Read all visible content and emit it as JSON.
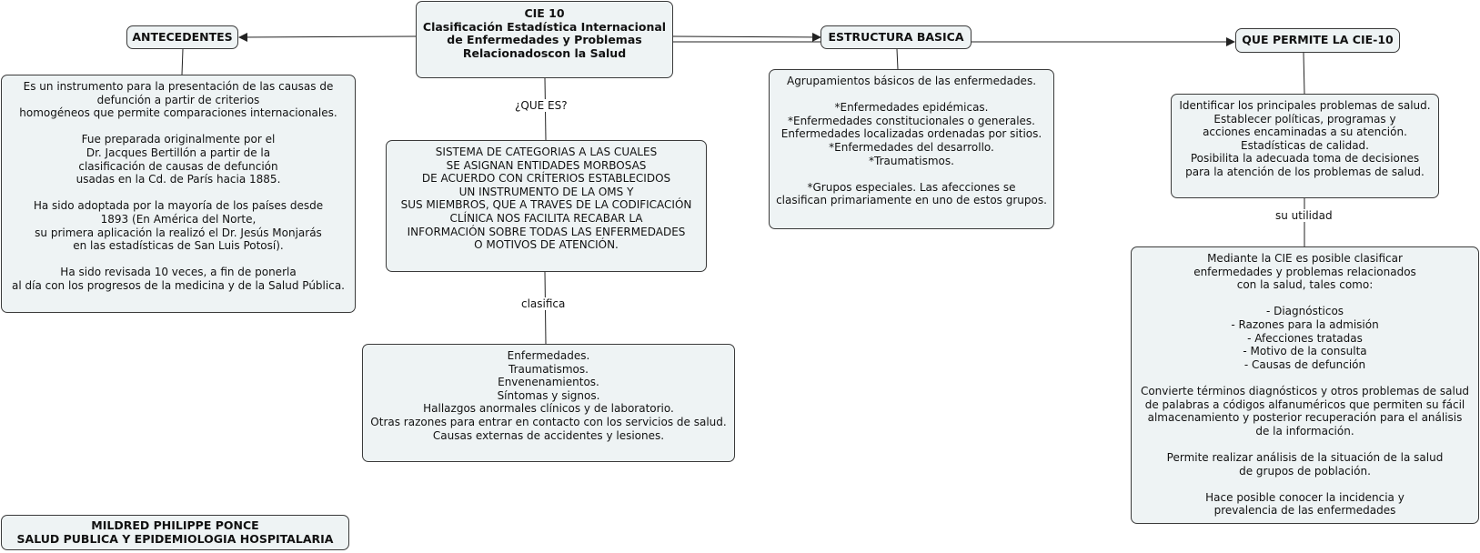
{
  "title_node": {
    "text": "CIE  10\nClasificación Estadística Internacional\nde Enfermedades y Problemas\nRelacionadoscon la Salud"
  },
  "headers": {
    "antecedentes": "ANTECEDENTES",
    "estructura": "ESTRUCTURA  BASICA",
    "permite": "QUE PERMITE LA CIE-10"
  },
  "nodes": {
    "antecedentes_body": "Es un instrumento para la presentación de las causas de\ndefunción a partir de criterios\nhomogéneos que permite comparaciones internacionales.\n\nFue preparada originalmente por el\nDr. Jacques Bertillón a partir de la\nclasificación de causas de defunción\nusadas en la Cd. de París hacia 1885.\n\nHa sido adoptada por la mayoría de los países desde\n1893 (En América del Norte,\nsu primera aplicación la realizó el Dr. Jesús Monjarás\nen las estadísticas de San Luis Potosí).\n\nHa sido revisada 10 veces, a fin de ponerla\nal día con los progresos de la medicina y de la Salud Pública.",
    "que_es_body": "SISTEMA DE CATEGORIAS A LAS CUALES\nSE ASIGNAN ENTIDADES MORBOSAS\nDE ACUERDO CON CRÍTERIOS ESTABLECIDOS\nUN INSTRUMENTO DE LA OMS Y\nSUS MIEMBROS, QUE A TRAVES DE LA CODIFICACIÓN\nCLÍNICA NOS FACILITA RECABAR LA\nINFORMACIÓN SOBRE TODAS LAS ENFERMEDADES\nO MOTIVOS DE ATENCIÓN.",
    "clasifica_body": "Enfermedades.\nTraumatismos.\nEnvenenamientos.\nSíntomas y signos.\nHallazgos anormales clínicos y de laboratorio.\nOtras razones para entrar en contacto con los servicios de salud.\nCausas externas de accidentes y lesiones.",
    "estructura_body": "Agrupamientos básicos de las enfermedades.\n\n*Enfermedades epidémicas.\n*Enfermedades constitucionales o generales.\nEnfermedades localizadas ordenadas por sitios.\n*Enfermedades del desarrollo.\n*Traumatismos.\n\n*Grupos especiales. Las afecciones se\nclasifican primariamente en uno de estos grupos.",
    "permite_body": "Identificar los principales problemas de salud.\nEstablecer políticas, programas y\nacciones encaminadas a su atención.\nEstadísticas de calidad.\nPosibilita la adecuada toma de decisiones\npara la atención de los problemas de salud.",
    "utilidad_body": "Mediante la CIE es posible clasificar\nenfermedades y problemas relacionados\ncon la salud, tales como:\n\n- Diagnósticos\n- Razones para la admisión\n- Afecciones tratadas\n- Motivo de la consulta\n- Causas de defunción\n\nConvierte términos diagnósticos y otros problemas de salud\nde palabras a códigos   alfanuméricos que permiten su fácil\nalmacenamiento y posterior recuperación para el análisis\nde la información.\n\nPermite realizar análisis de la situación de la salud\nde grupos de población.\n\nHace posible conocer la incidencia y\nprevalencia de las enfermedades",
    "author": "MILDRED  PHILIPPE  PONCE\nSALUD  PUBLICA  Y  EPIDEMIOLOGIA   HOSPITALARIA"
  },
  "link_labels": {
    "que_es": "¿QUE  ES?",
    "clasifica": "clasifica",
    "su_utilidad": "su utilidad"
  },
  "colors": {
    "node_fill": "#eef3f4",
    "node_border": "#3a3a3a",
    "connector": "#222222"
  }
}
